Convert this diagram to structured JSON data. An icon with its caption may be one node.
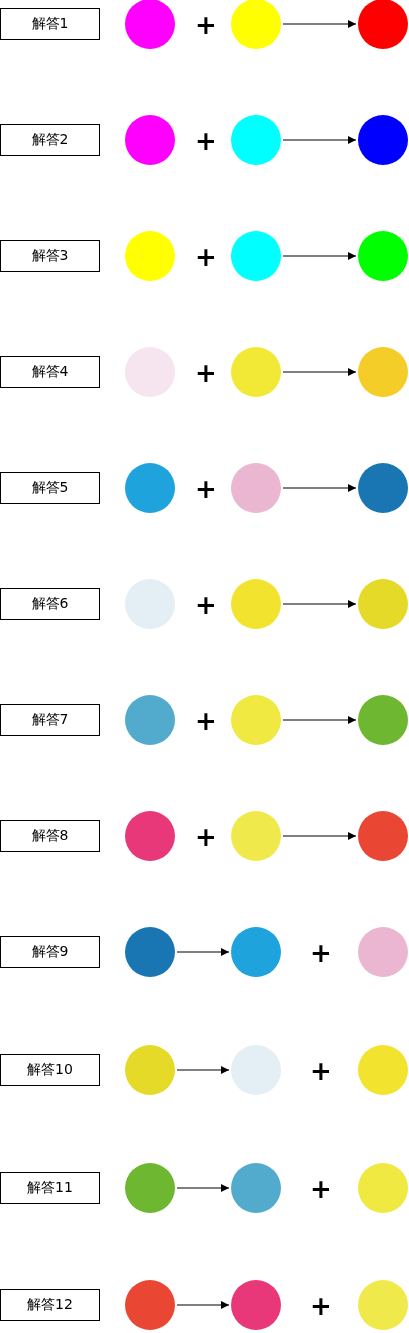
{
  "diagram": {
    "nodes": [
      {
        "text": [
          "解答1"
        ]
      },
      {
        "text": [],
        "shape": "circle"
      },
      {
        "text": [],
        "shape": "circle"
      },
      {
        "text": [],
        "shape": "circle"
      },
      {
        "text": [
          "解答2"
        ]
      },
      {
        "text": [],
        "shape": "circle"
      },
      {
        "text": [],
        "shape": "circle"
      },
      {
        "text": [],
        "shape": "circle"
      },
      {
        "text": [
          "解答3"
        ]
      },
      {
        "text": [],
        "shape": "circle"
      },
      {
        "text": [],
        "shape": "circle"
      },
      {
        "text": [],
        "shape": "circle"
      },
      {
        "text": [
          "解答4"
        ]
      },
      {
        "text": [],
        "shape": "circle"
      },
      {
        "text": [],
        "shape": "circle"
      },
      {
        "text": [],
        "shape": "circle"
      },
      {
        "text": [
          "解答5"
        ]
      },
      {
        "text": [],
        "shape": "circle"
      },
      {
        "text": [],
        "shape": "circle"
      },
      {
        "text": [],
        "shape": "circle"
      },
      {
        "text": [
          "解答6"
        ]
      },
      {
        "text": [],
        "shape": "circle"
      },
      {
        "text": [],
        "shape": "circle"
      },
      {
        "text": [],
        "shape": "circle"
      },
      {
        "text": [
          "解答7"
        ]
      },
      {
        "text": [],
        "shape": "circle"
      },
      {
        "text": [],
        "shape": "circle"
      },
      {
        "text": [],
        "shape": "circle"
      },
      {
        "text": [
          "解答8"
        ]
      },
      {
        "text": [],
        "shape": "circle"
      },
      {
        "text": [],
        "shape": "circle"
      },
      {
        "text": [],
        "shape": "circle"
      },
      {
        "text": [
          "解答9"
        ]
      },
      {
        "text": [],
        "shape": "circle"
      },
      {
        "text": [],
        "shape": "circle"
      },
      {
        "text": [],
        "shape": "circle"
      },
      {
        "text": [
          "解答10"
        ]
      },
      {
        "text": [],
        "shape": "circle"
      },
      {
        "text": [],
        "shape": "circle"
      },
      {
        "text": [],
        "shape": "circle"
      },
      {
        "text": [
          "解答11"
        ]
      },
      {
        "text": [],
        "shape": "circle"
      },
      {
        "text": [],
        "shape": "circle"
      },
      {
        "text": [],
        "shape": "circle"
      },
      {
        "text": [
          "解答12"
        ]
      },
      {
        "text": [],
        "shape": "circle"
      },
      {
        "text": [],
        "shape": "circle"
      },
      {
        "text": [],
        "shape": "circle"
      }
    ],
    "edges": [
      {
        "from": 2,
        "to": 3,
        "arrow": "to"
      },
      {
        "from": 6,
        "to": 7,
        "arrow": "to"
      },
      {
        "from": 10,
        "to": 11,
        "arrow": "to"
      },
      {
        "from": 14,
        "to": 15,
        "arrow": "to"
      },
      {
        "from": 18,
        "to": 19,
        "arrow": "to"
      },
      {
        "from": 22,
        "to": 23,
        "arrow": "to"
      },
      {
        "from": 26,
        "to": 27,
        "arrow": "to"
      },
      {
        "from": 30,
        "to": 31,
        "arrow": "to"
      },
      {
        "from": 33,
        "to": 34,
        "arrow": "to"
      },
      {
        "from": 37,
        "to": 38,
        "arrow": "to"
      },
      {
        "from": 41,
        "to": 42,
        "arrow": "to"
      },
      {
        "from": 45,
        "to": 46,
        "arrow": "to"
      }
    ],
    "labels": [
      "+",
      "+",
      "+",
      "+",
      "+",
      "+",
      "+",
      "+",
      "+",
      "+",
      "+",
      "+"
    ]
  }
}
